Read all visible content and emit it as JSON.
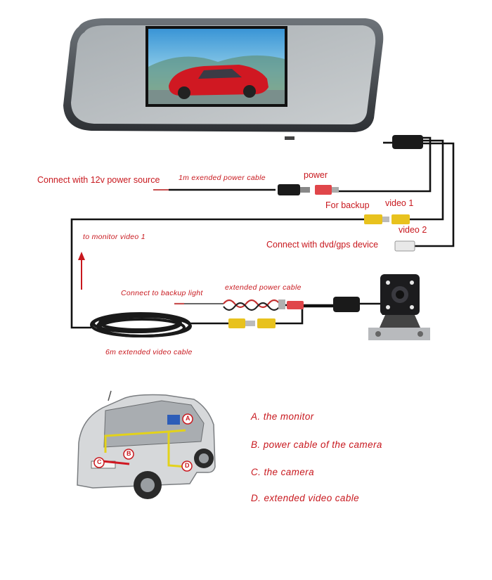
{
  "labels": {
    "power_source": "Connect with 12v power source",
    "ext_power_1m": "1m  exended  power  cable",
    "power": "power",
    "for_backup": "For backup",
    "video1": "video 1",
    "video2": "video 2",
    "dvd_gps": "Connect with dvd/gps device",
    "to_monitor": "to  monitor  video  1",
    "backup_light": "Connect  to  backup  light",
    "ext_power": "extended  power  cable",
    "ext_video_6m": "6m  extended  video  cable"
  },
  "legend": [
    {
      "letter": "A",
      "text": "A.  the  monitor"
    },
    {
      "letter": "B",
      "text": "B.  power  cable  of  the  camera"
    },
    {
      "letter": "C",
      "text": "C.  the  camera"
    },
    {
      "letter": "D",
      "text": "D.  extended  video  cable"
    }
  ],
  "car_tags": {
    "a": "A",
    "b": "B",
    "c": "C",
    "d": "D"
  },
  "colors": {
    "label_red": "#c8181e",
    "cable_black": "#111111",
    "rca_yellow": "#e8c21e",
    "plug_red": "#e0464a"
  },
  "icons": [
    "mirror-monitor-icon",
    "backup-camera-icon",
    "car-illustration-icon",
    "red-arrow-up-icon"
  ]
}
